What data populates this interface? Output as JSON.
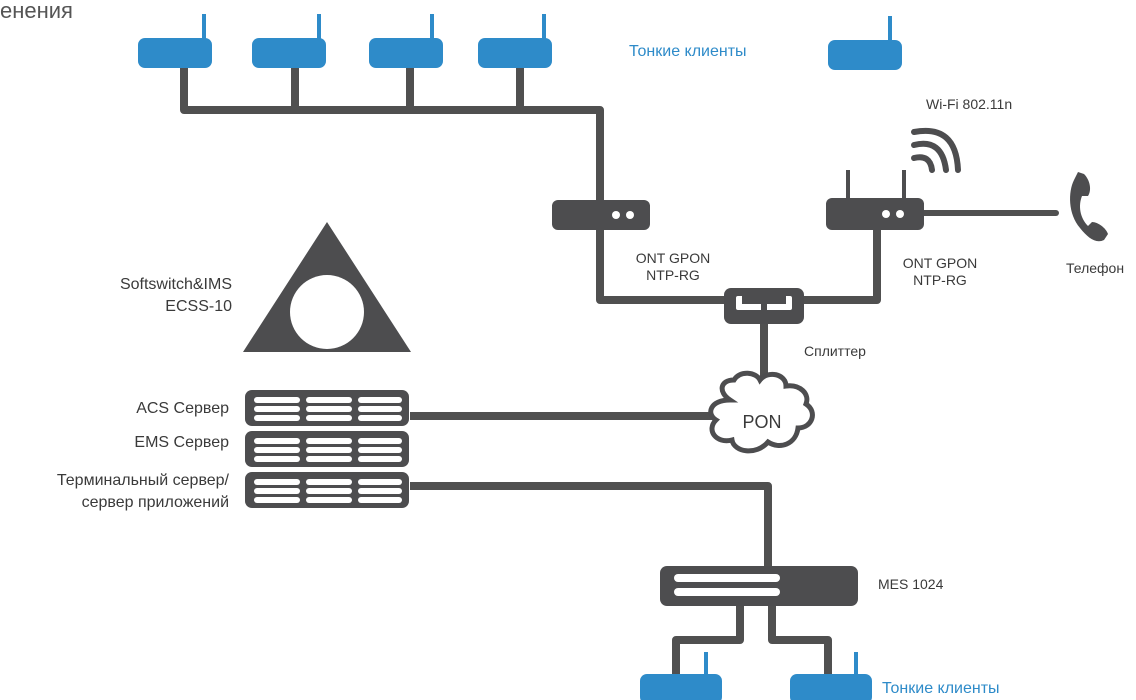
{
  "title_fragment": "енения",
  "thin_clients_top_label": "Тонкие клиенты",
  "thin_clients_bottom_label": "Тонкие клиенты",
  "wifi_label": "Wi-Fi 802.11n",
  "ont_left_label": [
    "ONT GPON",
    "NTP-RG"
  ],
  "ont_right_label": [
    "ONT GPON",
    "NTP-RG"
  ],
  "phone_label": "Телефон",
  "splitter_label": "Сплиттер",
  "pon_label": "PON",
  "softswitch_label": [
    "Softswitch&IMS",
    "ECSS-10"
  ],
  "acs_label": "ACS Сервер",
  "ems_label": "EMS Сервер",
  "terminal_label": [
    "Терминальный сервер/",
    "сервер приложений"
  ],
  "mes_label": "MES 1024",
  "colors": {
    "device_dark": "#4d4d4f",
    "line": "#505050",
    "client_blue": "#2e8bc9",
    "label_blue": "#2e8bc9",
    "text_dark": "#3a3a3a"
  }
}
